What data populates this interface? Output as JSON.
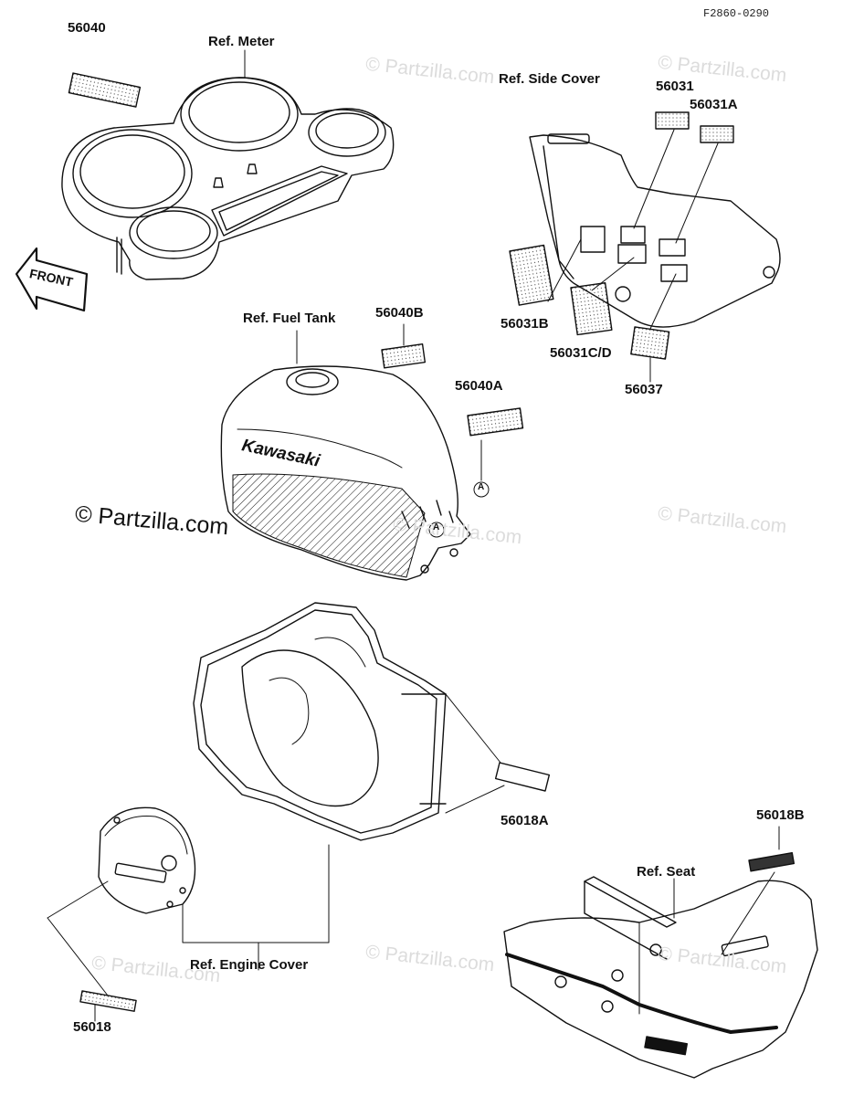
{
  "figure_code": "F2860-0290",
  "watermark_text": "© Partzilla.com",
  "labels": {
    "p56040": "56040",
    "ref_meter": "Ref. Meter",
    "ref_side_cover": "Ref. Side Cover",
    "p56031": "56031",
    "p56031A": "56031A",
    "front": "FRONT",
    "ref_fuel_tank": "Ref. Fuel Tank",
    "p56040B": "56040B",
    "p56031B": "56031B",
    "p56031CD": "56031C/D",
    "p56037": "56037",
    "p56040A": "56040A",
    "marker_a": "A",
    "tank_brand": "Kawasaki",
    "p56018A": "56018A",
    "p56018B": "56018B",
    "ref_seat": "Ref. Seat",
    "ref_engine_cover": "Ref. Engine Cover",
    "p56018": "56018"
  },
  "colors": {
    "line": "#111111",
    "watermark": "#dcdcdc"
  }
}
